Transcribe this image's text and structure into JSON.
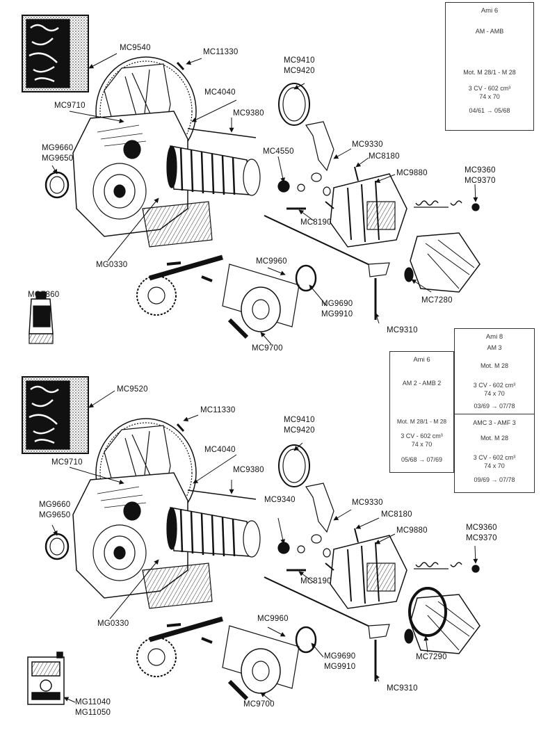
{
  "colors": {
    "ink": "#111111",
    "accent": "#222222",
    "paper": "#ffffff"
  },
  "top": {
    "labels": {
      "mc9540": "MC9540",
      "mc11330": "MC11330",
      "mc4040": "MC4040",
      "mc9710": "MC9710",
      "mc9380": "MC9380",
      "mc9410": "MC9410",
      "mc9420": "MC9420",
      "mg9660": "MG9660",
      "mg9650": "MG9650",
      "mc4550": "MC4550",
      "mc9330": "MC9330",
      "mc8180": "MC8180",
      "mc9880": "MC9880",
      "mc9360": "MC9360",
      "mc9370": "MC9370",
      "mc8190": "MC8190",
      "mg0330": "MG0330",
      "mc9960": "MC9960",
      "mg7860": "MG7860",
      "mg9690": "MG9690",
      "mg9910": "MG9910",
      "mc7280": "MC7280",
      "mc9310": "MC9310",
      "mc9700": "MC9700"
    },
    "spec": {
      "model": "Ami 6",
      "variant": "AM - AMB",
      "engine": "Mot. M 28/1 - M 28",
      "power": "3 CV - 602 cm³",
      "bore": "74 x 70",
      "dates": "04/61 → 05/68"
    }
  },
  "bottom": {
    "labels": {
      "mc9520": "MC9520",
      "mc11330": "MC11330",
      "mc4040": "MC4040",
      "mc9710": "MC9710",
      "mc9380": "MC9380",
      "mc9410": "MC9410",
      "mc9420": "MC9420",
      "mg9660": "MG9660",
      "mg9650": "MG9650",
      "mc9340": "MC9340",
      "mc9330": "MC9330",
      "mc8180": "MC8180",
      "mc9880": "MC9880",
      "mc9360": "MC9360",
      "mc9370": "MC9370",
      "mc8190": "MC8190",
      "mg0330": "MG0330",
      "mc9960": "MC9960",
      "mg9690": "MG9690",
      "mg9910": "MG9910",
      "mc7290": "MC7290",
      "mc9310": "MC9310",
      "mc9700": "MC9700",
      "mg11040": "MG11040",
      "mg11050": "MG11050"
    },
    "spec_left": {
      "model": "Ami 6",
      "variant": "AM 2 - AMB 2",
      "engine": "Mot. M 28/1 - M 28",
      "power": "3 CV - 602 cm³",
      "bore": "74 x 70",
      "dates": "05/68 → 07/69"
    },
    "spec_right_a": {
      "model": "Ami 8",
      "variant": "AM 3",
      "engine": "Mot. M 28",
      "power": "3 CV - 602 cm³",
      "bore": "74 x 70",
      "dates": "03/69 → 07/78"
    },
    "spec_right_b": {
      "variant": "AMC 3 - AMF 3",
      "engine": "Mot. M 28",
      "power": "3 CV - 602 cm³",
      "bore": "74 x 70",
      "dates": "09/69 → 07/78"
    }
  }
}
